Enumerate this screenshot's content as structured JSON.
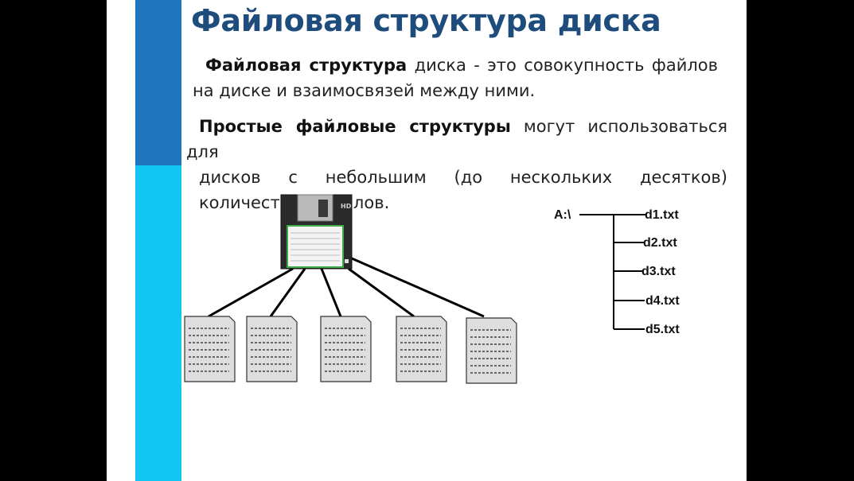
{
  "title": "Файловая структура диска",
  "paragraph1": {
    "bold": "Файловая структура",
    "rest": " диска - это совокупность файлов на диске и взаимосвязей между ними."
  },
  "paragraph2": {
    "bold": "Простые файловые структуры",
    "line1_rest": " могут использоваться для",
    "line2_words": [
      "дисков",
      "с",
      "небольшим",
      "(до",
      "нескольких",
      "десятков)"
    ],
    "line3": "количеством файлов."
  },
  "tree": {
    "root": "A:\\",
    "files": [
      "d1.txt",
      "d2.txt",
      "d3.txt",
      "d4.txt",
      "d5.txt"
    ]
  },
  "colors": {
    "title": "#1e4c7d",
    "band_dark": "#1f76bf",
    "band_light": "#12c5f3",
    "floppy_label_border": "#3fae49"
  },
  "icons": [
    "floppy-disk-icon",
    "document-icon"
  ]
}
